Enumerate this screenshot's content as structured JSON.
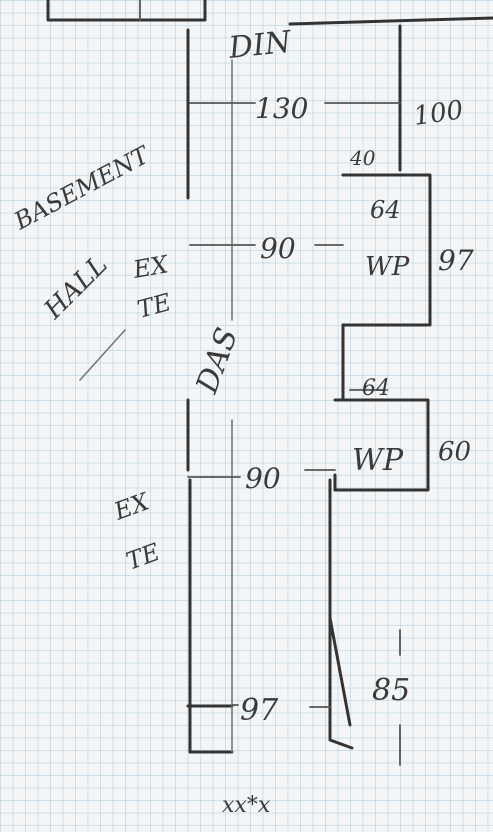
{
  "labels": {
    "din": "DIN",
    "basement": "BASEMENT",
    "hall": "HALL",
    "das": "DAS",
    "ex_te_upper": [
      "EX",
      "TE"
    ],
    "ex_te_lower": [
      "EX",
      "TE"
    ],
    "wp": [
      "64",
      "WP"
    ],
    "wp_lower": "WP",
    "footer_mark": "xx*x"
  },
  "dimensions": {
    "top_width": "130",
    "right_top": "100",
    "small_40": "40",
    "upper_width": "90",
    "right_97": "97",
    "lower_64": "64",
    "right_60": "60",
    "lower_width": "90",
    "bottom_width": "97",
    "right_85": "85"
  }
}
